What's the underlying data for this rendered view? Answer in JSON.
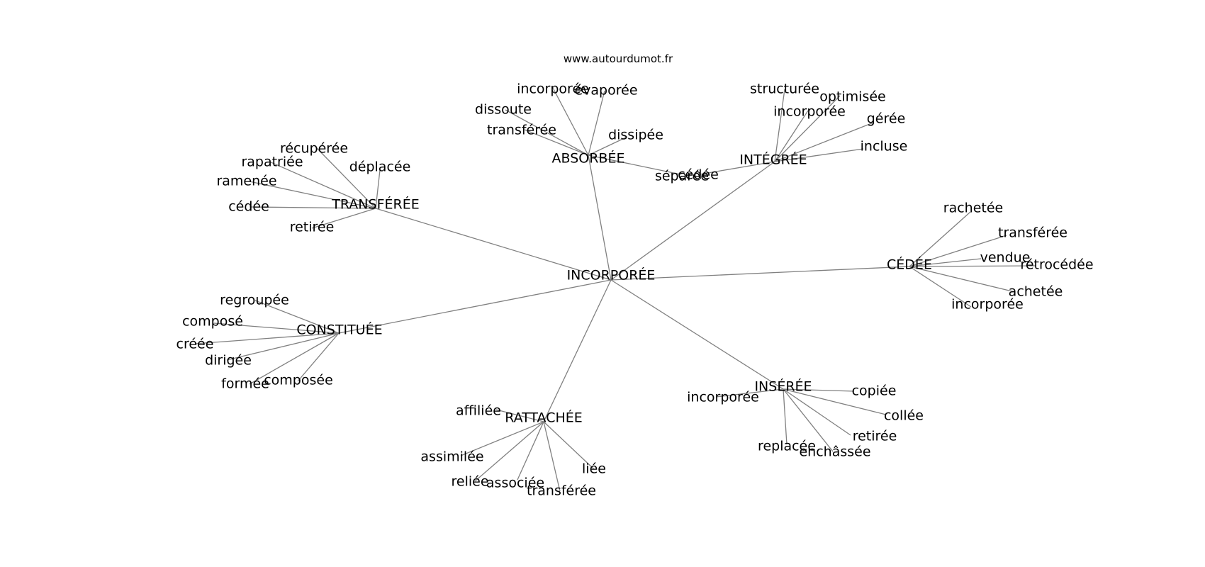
{
  "watermark": "www.autourdumot.fr",
  "center": "INCORPORÉE",
  "clusters": [
    {
      "hub": "TRANSFÉRÉE",
      "leaves": [
        "récupérée",
        "rapatriée",
        "déplacée",
        "ramenée",
        "cédée",
        "retirée"
      ]
    },
    {
      "hub": "ABSORBÉE",
      "leaves": [
        "incorporée",
        "évaporée",
        "dissoute",
        "transférée",
        "dissipée",
        "séparée"
      ]
    },
    {
      "hub": "INTÉGRÉE",
      "leaves": [
        "structurée",
        "optimisée",
        "incorporée",
        "gérée",
        "incluse",
        "cédée"
      ]
    },
    {
      "hub": "CÉDÉE",
      "leaves": [
        "rachetée",
        "transférée",
        "vendue",
        "rétrocédée",
        "achetée",
        "incorporée"
      ]
    },
    {
      "hub": "CONSTITUÉE",
      "leaves": [
        "regroupée",
        "composé",
        "créée",
        "dirigée",
        "formée",
        "composée"
      ]
    },
    {
      "hub": "INSÉRÉE",
      "leaves": [
        "incorporée",
        "copiée",
        "collée",
        "retirée",
        "replacée",
        "enchâssée"
      ]
    },
    {
      "hub": "RATTACHÉE",
      "leaves": [
        "affiliée",
        "assimilée",
        "reliée",
        "associée",
        "transférée",
        "liée"
      ]
    }
  ]
}
